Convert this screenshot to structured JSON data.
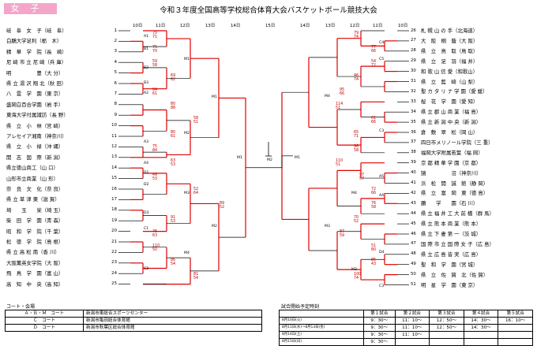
{
  "header": {
    "gender": "女子",
    "title": "令和３年度全国高等学校総合体育大会バスケットボール競技大会"
  },
  "round_headers": {
    "left": [
      "10日",
      "11日",
      "12日",
      "13日",
      "14日"
    ],
    "center": "15日",
    "right": [
      "14日",
      "13日",
      "12日",
      "11日",
      "10日"
    ]
  },
  "left_teams": [
    {
      "no": "1",
      "name": "岐　阜　女　子（岐　阜）"
    },
    {
      "no": "2",
      "name": "白鵬大学足利（栃　木）"
    },
    {
      "no": "3",
      "name": "精　華　学　院（長　崎）"
    },
    {
      "no": "4",
      "name": "尼 崎 市 立 尼 崎（兵 庫）"
    },
    {
      "no": "5",
      "name": "明　　　　　豊（大 分）"
    },
    {
      "no": "6",
      "name": "県 立 湯 沢 翔 北（秋 田）"
    },
    {
      "no": "7",
      "name": "八　雲　学　園（東 京）"
    },
    {
      "no": "8",
      "name": "盛岡白百合学園（岩 手）"
    },
    {
      "no": "9",
      "name": "東海大学付属諏訪（長 野）"
    },
    {
      "no": "10",
      "name": "県　立　小　林（宮 崎）"
    },
    {
      "no": "11",
      "name": "アレセイア湘南（神奈川）"
    },
    {
      "no": "12",
      "name": "県　立　小　禄（沖 縄）"
    },
    {
      "no": "13",
      "name": "開　志　国　際（新 潟）"
    },
    {
      "no": "14",
      "name": "県立徳山商工（山 口）"
    },
    {
      "no": "15",
      "name": "山形市立商業（山 形）"
    },
    {
      "no": "16",
      "name": "奈　良　文　化（奈 良）"
    },
    {
      "no": "17",
      "name": "県 立 草 津 東（滋 賀）"
    },
    {
      "no": "18",
      "name": "埼　　玉　　栄（埼 玉）"
    },
    {
      "no": "19",
      "name": "柴　田　学　園（青 森）"
    },
    {
      "no": "20",
      "name": "昭　和　学　院（千 葉）"
    },
    {
      "no": "21",
      "name": "松　徳　学　院（島 根）"
    },
    {
      "no": "22",
      "name": "県 立 高 松 南（香 川）"
    },
    {
      "no": "23",
      "name": "大阪薫英女学院（大 阪）"
    },
    {
      "no": "24",
      "name": "飛　鳥　学　園（富 山）"
    },
    {
      "no": "25",
      "name": "高　知　中　央（高 知）"
    }
  ],
  "right_teams": [
    {
      "no": "26",
      "name": "札 幌 山 の 手（北海道）"
    },
    {
      "no": "27",
      "name": "大　阪　桐　蔭（大 阪）"
    },
    {
      "no": "28",
      "name": "県　立　鳥　取（鳥 取）"
    },
    {
      "no": "29",
      "name": "県　立　足　羽（福 井）"
    },
    {
      "no": "30",
      "name": "和 歌 山 信 愛（和歌山）"
    },
    {
      "no": "31",
      "name": "県　立　藍　崎（山 梨）"
    },
    {
      "no": "32",
      "name": "聖 カ タ リ ナ 学 園（愛 媛）"
    },
    {
      "no": "33",
      "name": "桜　花　学　園（愛 知）"
    },
    {
      "no": "34",
      "name": "県 立 郡 山 商 業（福 島）"
    },
    {
      "no": "35",
      "name": "県 立 新 潟 中 央（新 潟）"
    },
    {
      "no": "36",
      "name": "倉　敷　翠　松（岡 山）"
    },
    {
      "no": "37",
      "name": "四日市メリノール学院（三 重）"
    },
    {
      "no": "38",
      "name": "福岡大学附属若葉（福 岡）"
    },
    {
      "no": "39",
      "name": "京 都 精 華 学 園（京 都）"
    },
    {
      "no": "40",
      "name": "鵠　　　　　沼（神奈川）"
    },
    {
      "no": "41",
      "name": "浜　松　開　誠　館（静 岡）"
    },
    {
      "no": "42",
      "name": "県　立　富　岡　東（徳 島）"
    },
    {
      "no": "43",
      "name": "鵬　　学　　園（石 川）"
    },
    {
      "no": "44",
      "name": "県 立 福 井 工 大 前 橋（群 馬）"
    },
    {
      "no": "45",
      "name": "県 立 熊 本 商 業（熊 本）"
    },
    {
      "no": "46",
      "name": "県 立 下 妻 第 一（茨 城）"
    },
    {
      "no": "47",
      "name": "国 際 市 立 国 際 女 子（広 島）"
    },
    {
      "no": "48",
      "name": "県 立 広 島 皆 実（広 島）"
    },
    {
      "no": "49",
      "name": "聖　和　学　園（宮 城）"
    },
    {
      "no": "50",
      "name": "県　立　佐　賀　北（佐 賀）"
    },
    {
      "no": "51",
      "name": "明　星　学　園（東 京）"
    }
  ],
  "match_labels": {
    "left": [
      "A1",
      "B1",
      "B2",
      "B3",
      "A2",
      "A3",
      "A4",
      "D1",
      "D2",
      "D3",
      "C1",
      "C2",
      "M1",
      "M2",
      "M3",
      "M4",
      "M1",
      "M2"
    ],
    "center": [
      "M1",
      "M2",
      "M1"
    ],
    "right": [
      "C4",
      "C5",
      "C3",
      "A5",
      "A4",
      "D4",
      "C3",
      "M4",
      "M3",
      "M4",
      "M3"
    ]
  },
  "scores": {
    "left": [
      "70",
      "71",
      "75",
      "70",
      "59",
      "58",
      "69",
      "62",
      "84",
      "61",
      "80",
      "88",
      "58",
      "51",
      "80",
      "61",
      "75",
      "84",
      "63",
      "53",
      "49",
      "53",
      "52",
      "64",
      "89",
      "52",
      "91",
      "53",
      "76",
      "63",
      "110",
      "50",
      "86",
      "54",
      "81",
      "54"
    ],
    "right": [
      "79",
      "74",
      "77",
      "66",
      "54",
      "72",
      "46",
      "74",
      "95",
      "66",
      "114",
      "51",
      "61",
      "66",
      "65",
      "71",
      "96",
      "58",
      "110",
      "51",
      "97",
      "57",
      "72",
      "66",
      "76",
      "58",
      "70",
      "52",
      "87",
      "59",
      "51",
      "80",
      "85",
      "43",
      "100",
      "74"
    ]
  },
  "venues": {
    "heading": "コート・会場",
    "rows": [
      {
        "court": "Ａ・Ｂ・Ｍ　コート",
        "place": "新潟市東総合スポーツセンター"
      },
      {
        "court": "Ｃ　コート",
        "place": "新潟市亀田総合体育館"
      },
      {
        "court": "Ｄ　コート",
        "place": "新潟市秋葉区総合体育館"
      }
    ]
  },
  "schedule": {
    "heading": "試合開始予定時刻",
    "columns": [
      "",
      "第１試合",
      "第２試合",
      "第３試合",
      "第４試合",
      "第５試合"
    ],
    "rows": [
      {
        "date": "8月10日(火)",
        "times": [
          "9：30～",
          "11：10～",
          "12：50～",
          "14：30～",
          "16：10～"
        ]
      },
      {
        "date": "8月11日(水)～8月13日(金)",
        "times": [
          "9：30～",
          "11：10～",
          "12：50～",
          "14：30～",
          ""
        ]
      },
      {
        "date": "8月14日(土)",
        "times": [
          "9：30～",
          "11：10～",
          "",
          "",
          ""
        ]
      },
      {
        "date": "8月15日(日)",
        "times": [
          "9：30～",
          "",
          "",
          "",
          ""
        ]
      }
    ]
  },
  "colors": {
    "winner_line": "#e00000",
    "line": "#000000",
    "gender_bg": "#f3a6c8"
  }
}
